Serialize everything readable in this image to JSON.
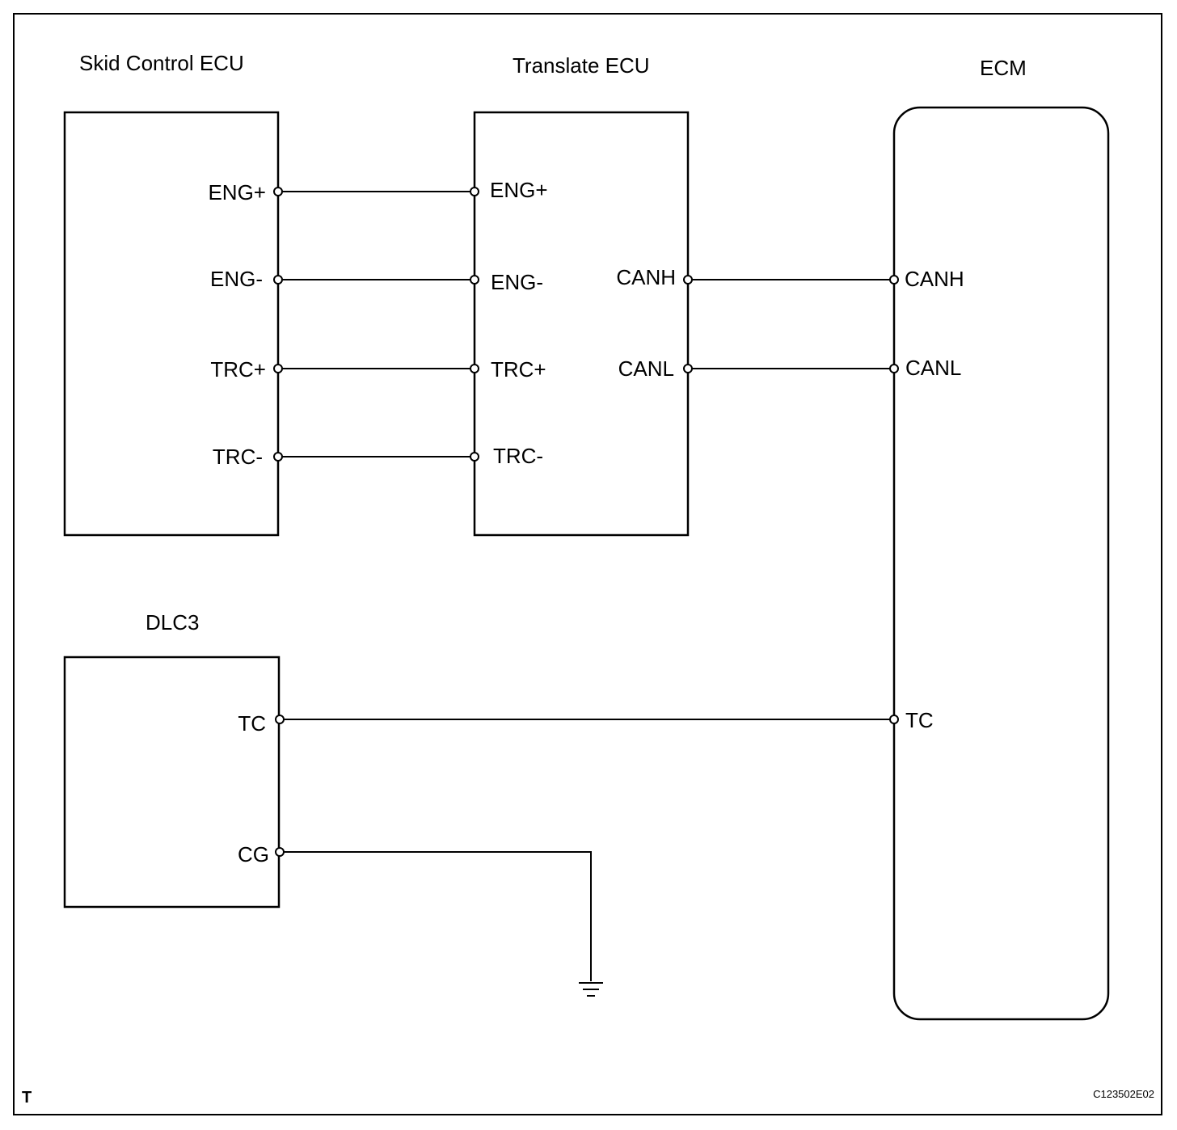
{
  "components": {
    "skid_control_ecu": {
      "title": "Skid Control ECU",
      "pins": {
        "eng_plus": "ENG+",
        "eng_minus": "ENG-",
        "trc_plus": "TRC+",
        "trc_minus": "TRC-"
      }
    },
    "translate_ecu": {
      "title": "Translate ECU",
      "pins": {
        "eng_plus": "ENG+",
        "eng_minus": "ENG-",
        "trc_plus": "TRC+",
        "trc_minus": "TRC-",
        "canh": "CANH",
        "canl": "CANL"
      }
    },
    "ecm": {
      "title": "ECM",
      "pins": {
        "canh": "CANH",
        "canl": "CANL",
        "tc": "TC"
      }
    },
    "dlc3": {
      "title": "DLC3",
      "pins": {
        "tc": "TC",
        "cg": "CG"
      }
    }
  },
  "footer": {
    "corner_mark": "T",
    "figure_code": "C123502E02"
  }
}
